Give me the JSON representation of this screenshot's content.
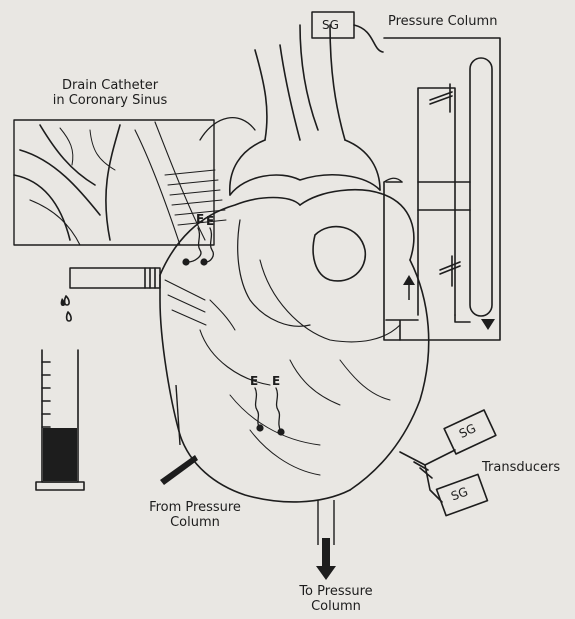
{
  "labels": {
    "drain_catheter": [
      "Drain Catheter",
      "in Coronary Sinus"
    ],
    "pressure_column": "Pressure Column",
    "transducers": "Transducers",
    "from_pressure_column": [
      "From Pressure",
      "Column"
    ],
    "to_pressure_column": [
      "To Pressure",
      "Column"
    ],
    "sg": "SG",
    "electrode": "E"
  },
  "colors": {
    "ink": "#1d1d1d",
    "paper": "#e9e7e3"
  }
}
